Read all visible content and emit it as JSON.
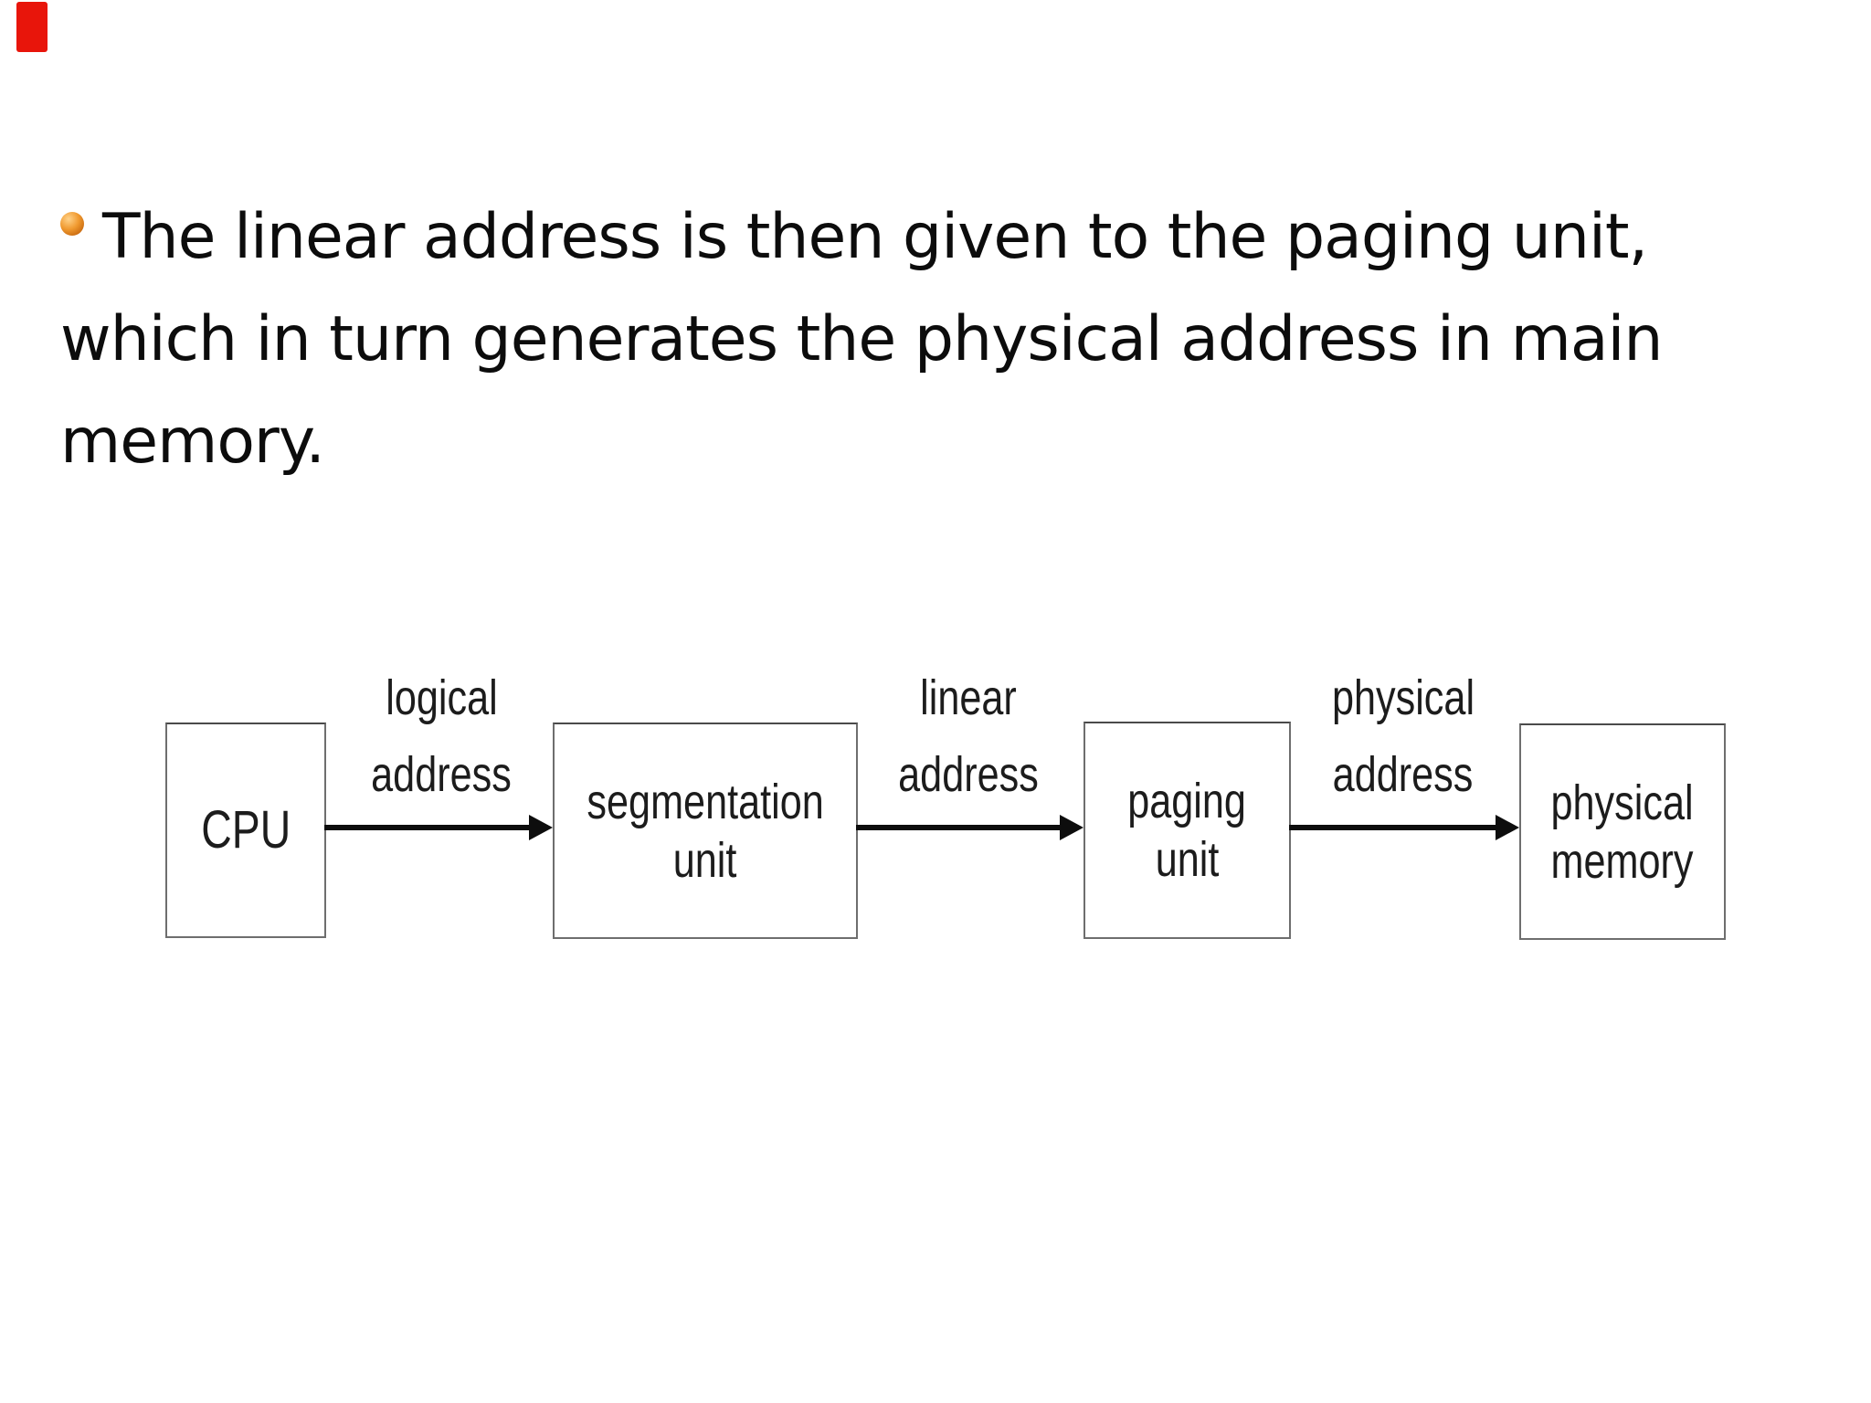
{
  "slide": {
    "red_marker_color": "#e8150b",
    "bullet_color": "#e8891a",
    "background": "#ffffff"
  },
  "bullet_text": {
    "full": "The linear address is then given to the paging unit, which in turn generates the physical address in main memory.",
    "lines": [
      "The linear address is then given to the paging unit,",
      "which in turn generates the physical address in main",
      "memory."
    ]
  },
  "diagram": {
    "boxes": {
      "cpu": {
        "label": "CPU"
      },
      "segmentation": {
        "line1": "segmentation",
        "line2": "unit"
      },
      "paging": {
        "line1": "paging",
        "line2": "unit"
      },
      "memory": {
        "line1": "physical",
        "line2": "memory"
      }
    },
    "arrows": {
      "logical": {
        "line1": "logical",
        "line2": "address"
      },
      "linear": {
        "line1": "linear",
        "line2": "address"
      },
      "physical": {
        "line1": "physical",
        "line2": "address"
      }
    },
    "colors": {
      "box_border": "#6e6e6e",
      "box_text": "#1c1c1c",
      "arrow": "#0d0d0d"
    }
  }
}
